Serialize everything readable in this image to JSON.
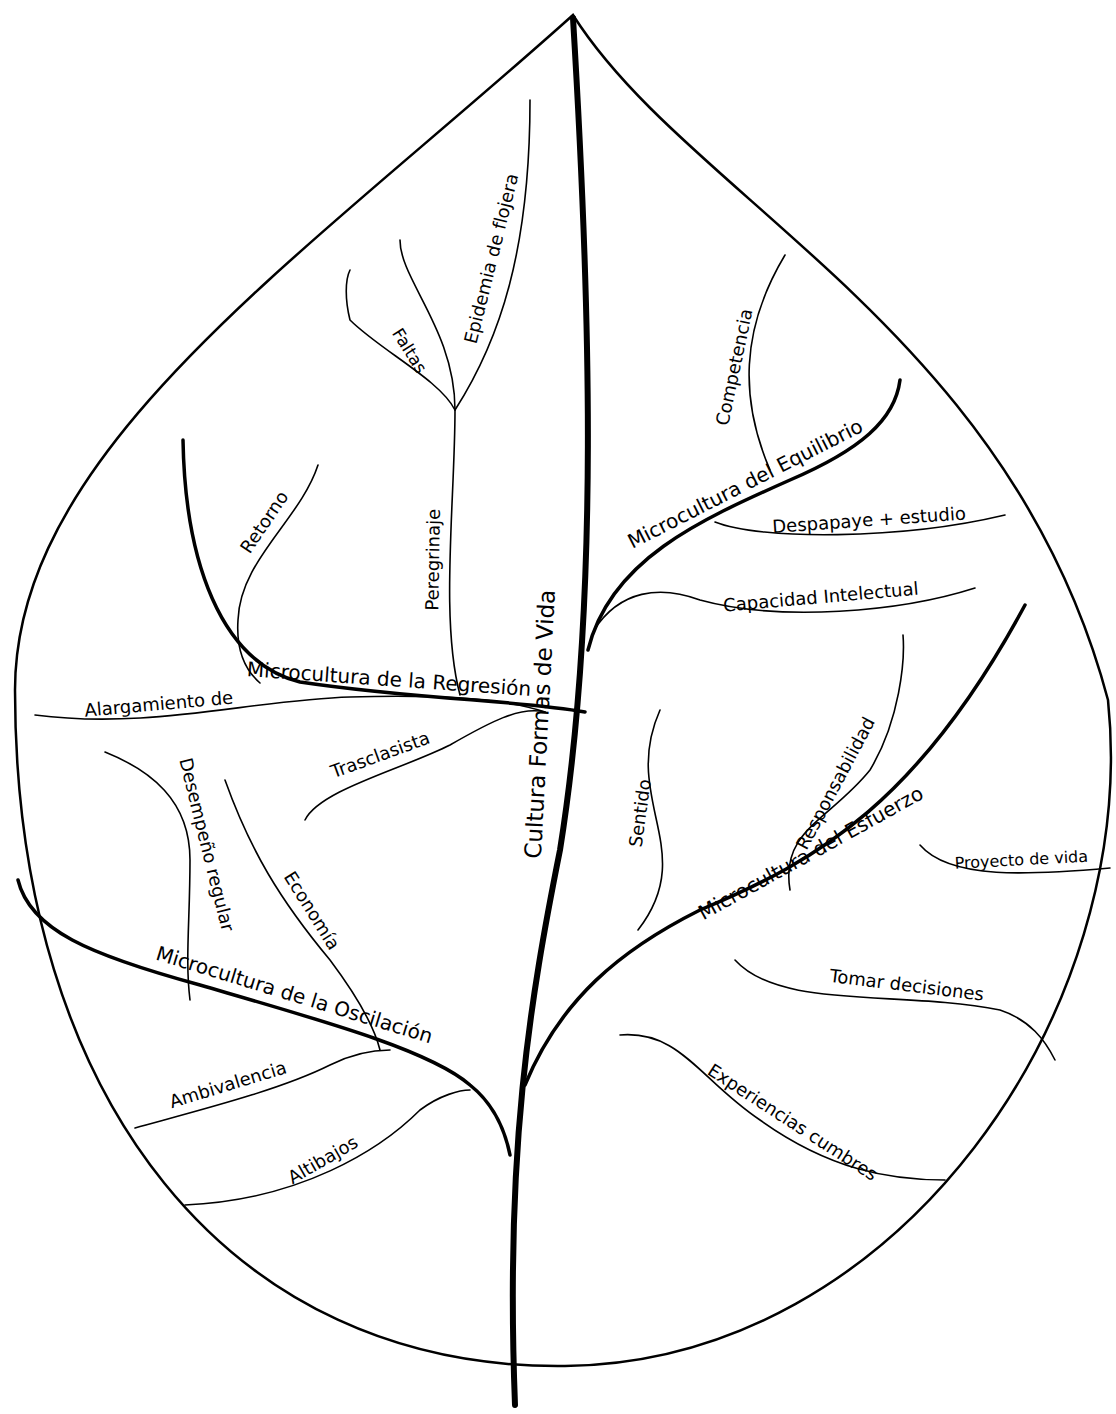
{
  "diagram": {
    "labels": [
      "Cultura Formas de Vida",
      "Microcultura del Equilibrio",
      "Competencia",
      "Despapaye + estudio",
      "Capacidad Intelectual",
      "Microcultura del Esfuerzo",
      "Sentido",
      "Responsabilidad",
      "Proyecto de vida",
      "Tomar decisiones",
      "Experiencias cumbres",
      "Microcultura de la Regresión",
      "Retorno",
      "Peregrinaje",
      "Faltas",
      "Epidemia de flojera",
      "Alargamiento de",
      "Trasclasista",
      "Microcultura de la Oscilación",
      "Desempeño regular",
      "Economía",
      "Ambivalencia",
      "Altibajos"
    ]
  }
}
